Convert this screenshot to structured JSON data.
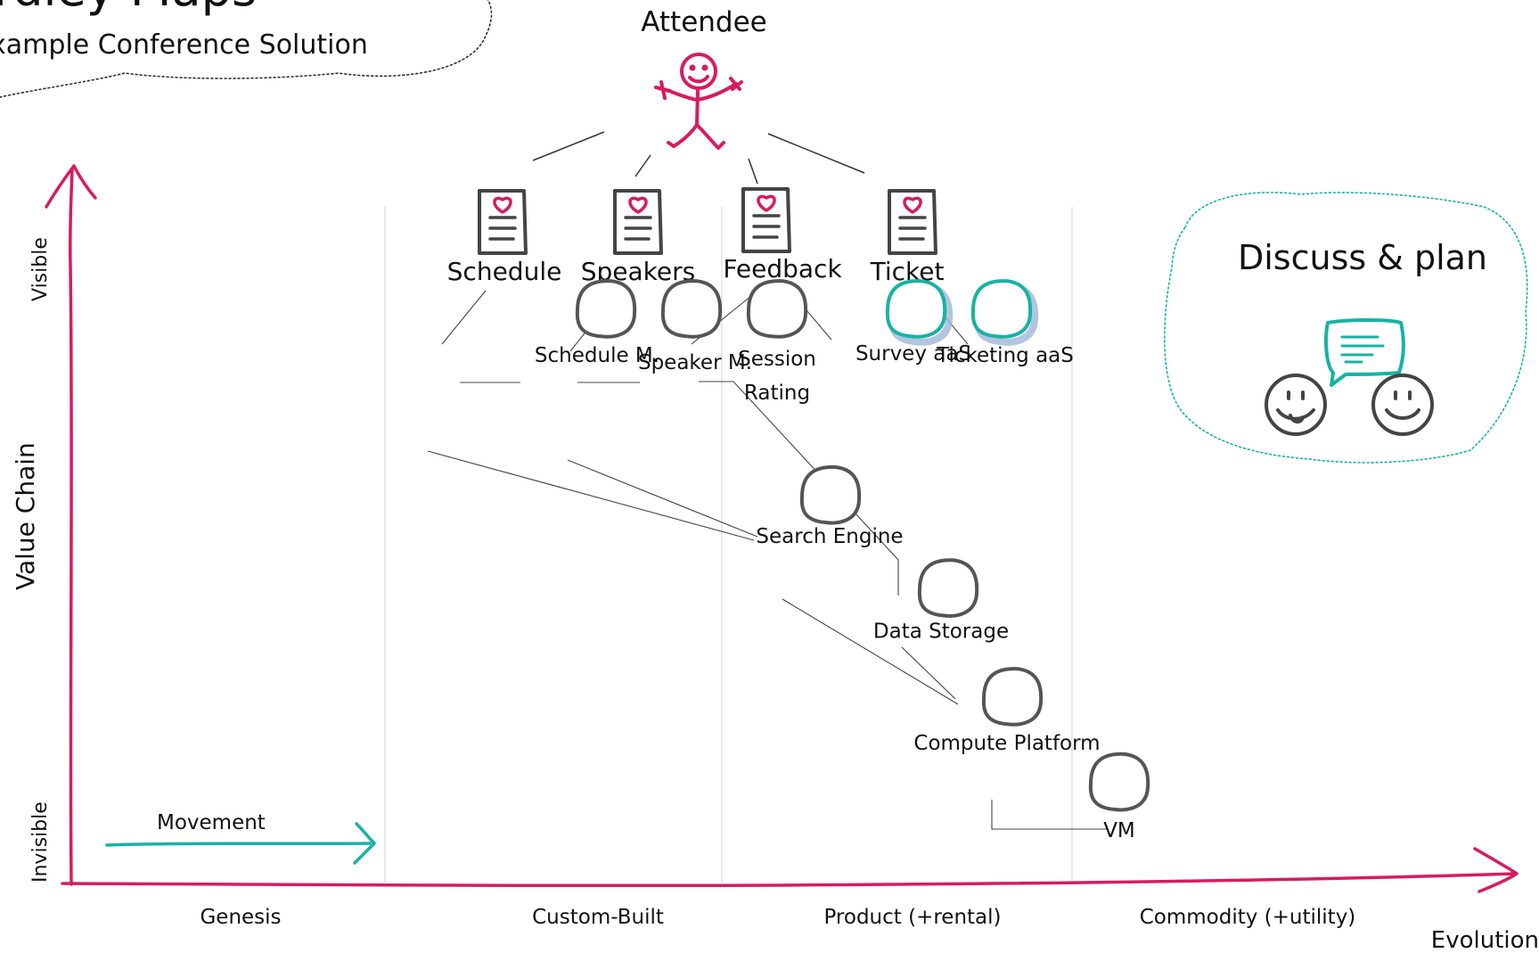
{
  "title_cloud": {
    "title": "Wardley Maps",
    "subtitle": "Example Conference Solution"
  },
  "axes": {
    "y_label": "Value Chain",
    "y_top": "Visible",
    "y_bottom": "Invisible",
    "x_label": "Evolution",
    "stages": [
      "Genesis",
      "Custom-Built",
      "Product (+rental)",
      "Commodity (+utility)"
    ]
  },
  "actor": {
    "label": "Attendee"
  },
  "needs": [
    {
      "id": "schedule",
      "label": "Schedule"
    },
    {
      "id": "speakers",
      "label": "Speakers"
    },
    {
      "id": "feedback",
      "label": "Feedback"
    },
    {
      "id": "ticket",
      "label": "Ticket"
    }
  ],
  "components": [
    {
      "id": "schedule-m",
      "label": "Schedule M.",
      "evolution": 0.5,
      "visibility": 0.74,
      "style": "custom"
    },
    {
      "id": "speaker-m",
      "label": "Speaker M.",
      "evolution": 0.58,
      "visibility": 0.74,
      "style": "custom"
    },
    {
      "id": "session-rating",
      "label": "Session",
      "label2": "Rating",
      "evolution": 0.66,
      "visibility": 0.74,
      "style": "custom"
    },
    {
      "id": "survey-aas",
      "label": "Survey aaS",
      "evolution": 0.79,
      "visibility": 0.74,
      "style": "service"
    },
    {
      "id": "ticketing-aas",
      "label": "Ticketing aaS",
      "evolution": 0.87,
      "visibility": 0.74,
      "style": "service"
    },
    {
      "id": "search-engine",
      "label": "Search Engine",
      "evolution": 0.71,
      "visibility": 0.5,
      "style": "custom"
    },
    {
      "id": "data-storage",
      "label": "Data Storage",
      "evolution": 0.82,
      "visibility": 0.38,
      "style": "custom"
    },
    {
      "id": "compute-platform",
      "label": "Compute Platform",
      "evolution": 0.88,
      "visibility": 0.24,
      "style": "custom"
    },
    {
      "id": "vm",
      "label": "VM",
      "evolution": 0.98,
      "visibility": 0.13,
      "style": "custom"
    }
  ],
  "legend": {
    "movement": "Movement"
  },
  "discuss": {
    "title": "Discuss & plan"
  },
  "colors": {
    "axis": "#d81b60",
    "actor": "#d81b60",
    "teal": "#17b3a3",
    "node": "#555555",
    "grid": "#d9d9d9",
    "shadow": "#9fb6d8"
  }
}
